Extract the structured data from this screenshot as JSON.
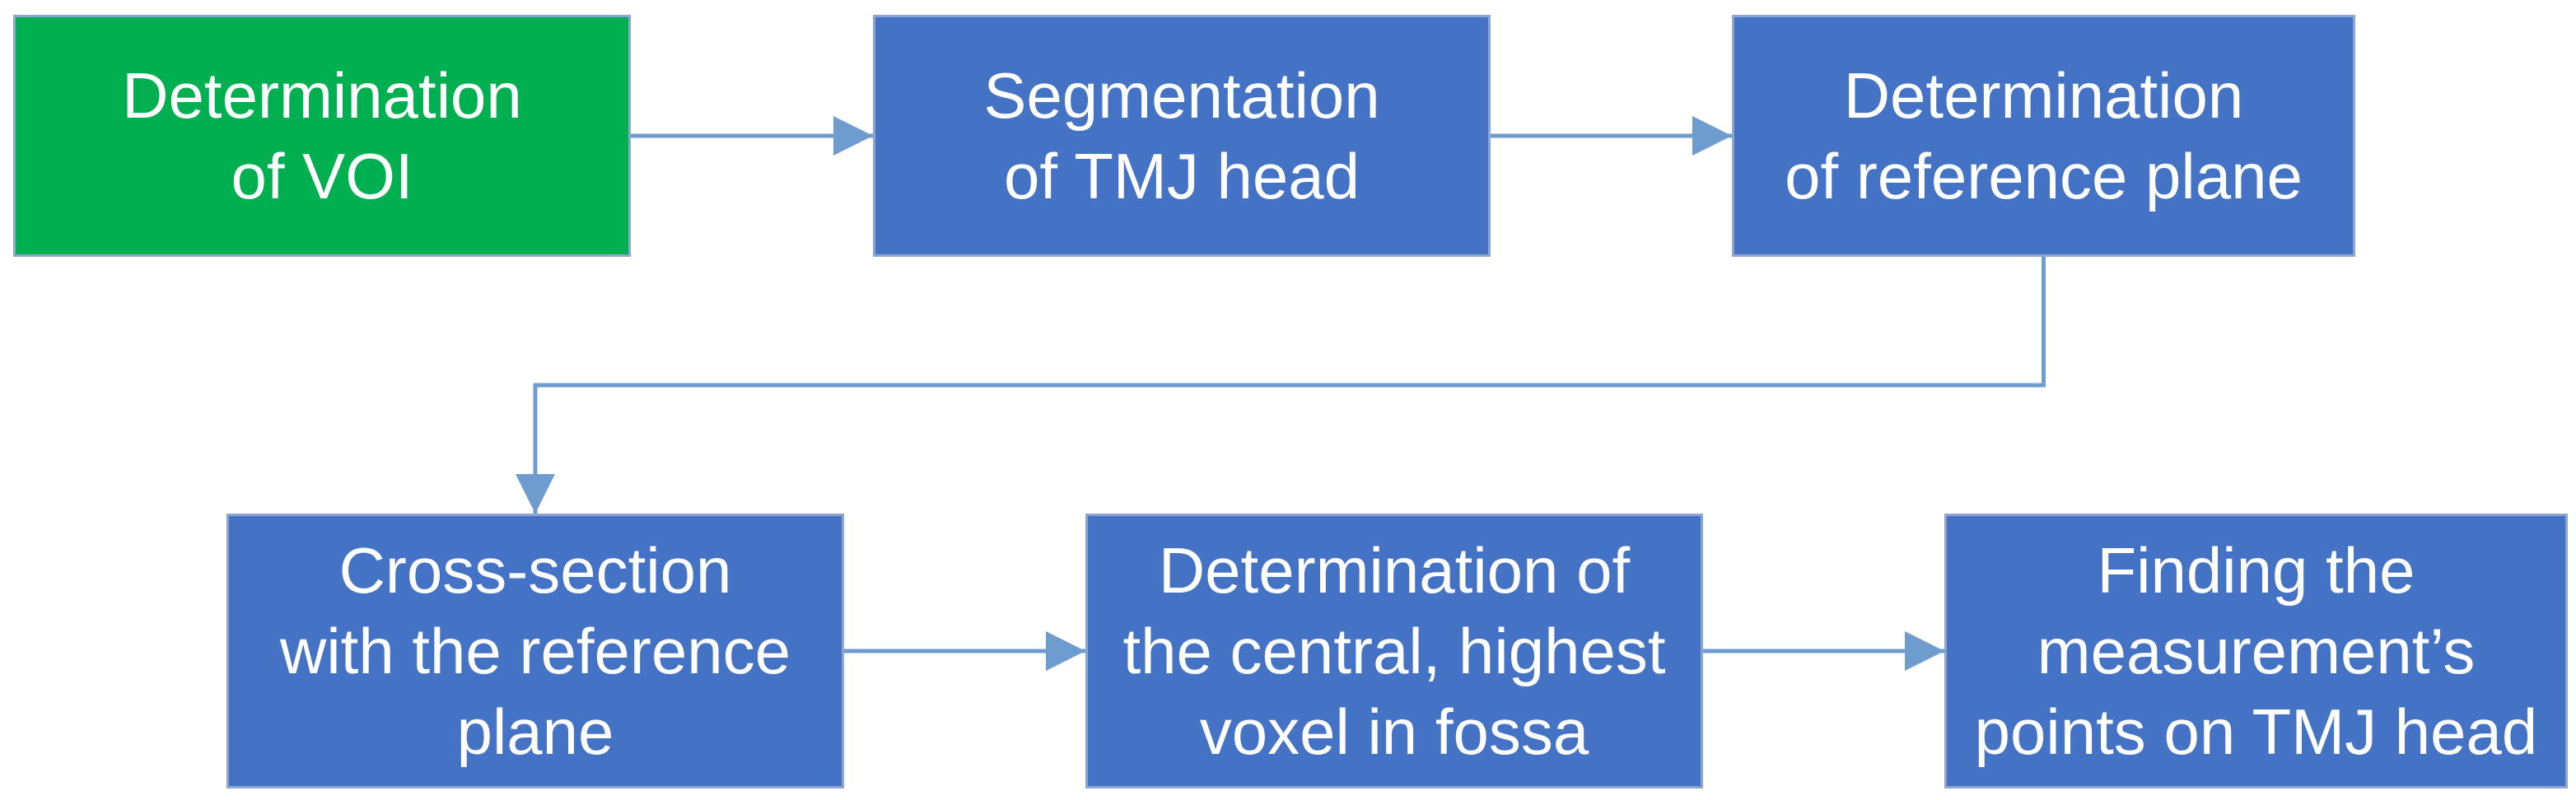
{
  "colors": {
    "start_fill": "#00b050",
    "step_fill": "#4472c4",
    "connector": "#6f9cce"
  },
  "nodes": [
    {
      "id": "n1",
      "label": "Determination\nof VOI"
    },
    {
      "id": "n2",
      "label": "Segmentation\nof TMJ head"
    },
    {
      "id": "n3",
      "label": "Determination\nof reference plane"
    },
    {
      "id": "n4",
      "label": "Cross-section\nwith the reference\nplane"
    },
    {
      "id": "n5",
      "label": "Determination of\nthe central, highest\nvoxel in fossa"
    },
    {
      "id": "n6",
      "label": "Finding the\nmeasurement’s\npoints on TMJ head"
    }
  ],
  "edges": [
    {
      "from": "n1",
      "to": "n2"
    },
    {
      "from": "n2",
      "to": "n3"
    },
    {
      "from": "n3",
      "to": "n4"
    },
    {
      "from": "n4",
      "to": "n5"
    },
    {
      "from": "n5",
      "to": "n6"
    }
  ]
}
